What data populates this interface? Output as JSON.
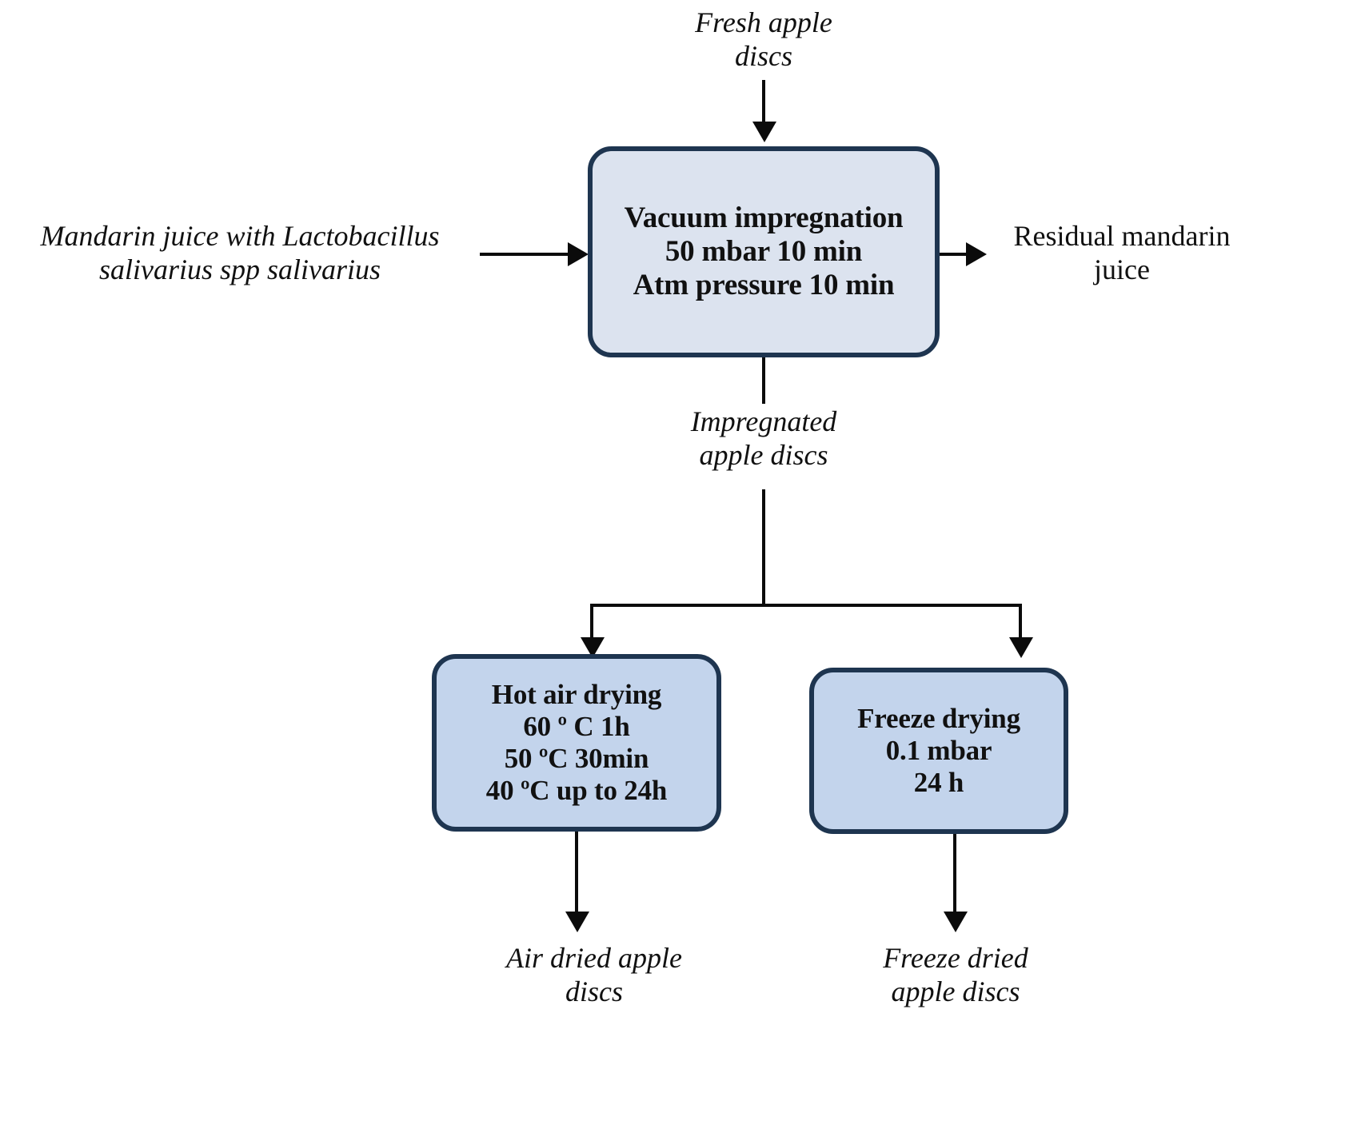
{
  "diagram": {
    "title": "Apple disc vacuum impregnation and drying process flowchart",
    "colors": {
      "box_border": "#1e3550",
      "box_fill_top": "#dce3ef",
      "box_fill_bottom": "#c3d4ec",
      "connector": "#0b0b0b",
      "background": "#ffffff",
      "text": "#111111"
    }
  },
  "labels": {
    "fresh_apple_discs": {
      "line1": "Fresh apple",
      "line2": "discs"
    },
    "mandarin_juice": {
      "line1": "Mandarin juice with Lactobacillus",
      "line2": "salivarius spp salivarius"
    },
    "residual_juice": {
      "line1": "Residual mandarin",
      "line2": "juice"
    },
    "impregnated_apple_discs": {
      "line1": "Impregnated",
      "line2": "apple discs"
    },
    "air_dried_apple_discs": {
      "line1": "Air dried apple",
      "line2": "discs"
    },
    "freeze_dried_apple_discs": {
      "line1": "Freeze dried",
      "line2": "apple discs"
    }
  },
  "boxes": {
    "vacuum_impregnation": {
      "line1": "Vacuum impregnation",
      "line2": "50 mbar 10 min",
      "line3": "Atm pressure 10 min"
    },
    "hot_air_drying": {
      "line1": "Hot air drying",
      "line2": "60 º C 1h",
      "line3": "50 ºC 30min",
      "line4": "40 ºC up to 24h"
    },
    "freeze_drying": {
      "line1": "Freeze drying",
      "line2": "0.1 mbar",
      "line3": "24 h"
    }
  }
}
